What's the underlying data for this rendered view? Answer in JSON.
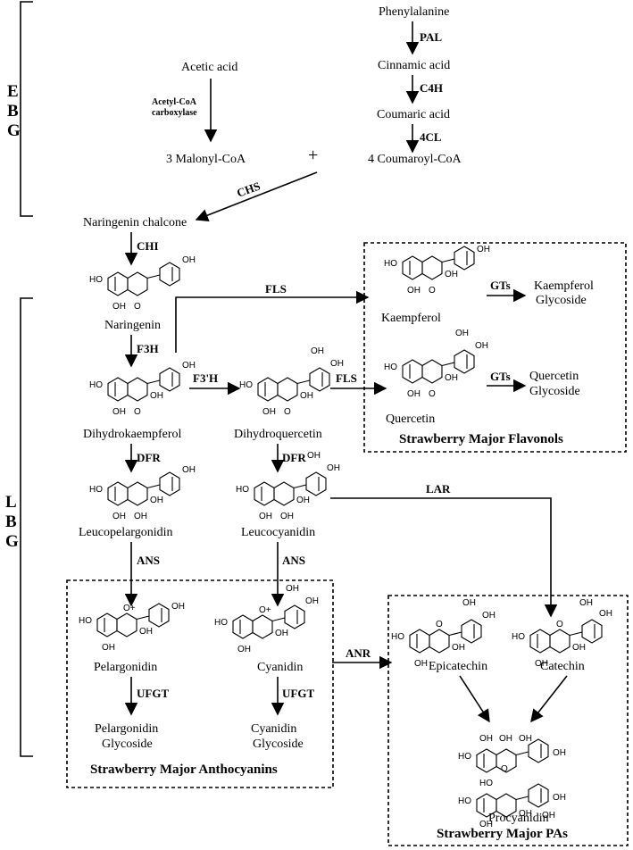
{
  "side_labels": {
    "ebg": [
      "E",
      "B",
      "G"
    ],
    "lbg": [
      "L",
      "B",
      "G"
    ]
  },
  "compounds": {
    "phenylalanine": "Phenylalanine",
    "cinnamic_acid": "Cinnamic acid",
    "coumaric_acid": "Coumaric acid",
    "coumaroyl_coa": "4 Coumaroyl-CoA",
    "acetic_acid": "Acetic acid",
    "malonyl_coa": "3 Malonyl-CoA",
    "plus": "+",
    "naringenin_chalcone": "Naringenin chalcone",
    "naringenin": "Naringenin",
    "dihydrokaempferol": "Dihydrokaempferol",
    "dihydroquercetin": "Dihydroquercetin",
    "leucopelargonidin": "Leucopelargonidin",
    "leucocyanidin": "Leucocyanidin",
    "kaempferol": "Kaempferol",
    "quercetin": "Quercetin",
    "kaempferol_glycoside": [
      "Kaempferol",
      "Glycoside"
    ],
    "quercetin_glycoside": [
      "Quercetin",
      "Glycoside"
    ],
    "pelargonidin": "Pelargonidin",
    "cyanidin": "Cyanidin",
    "pelargonidin_glycoside": [
      "Pelargonidin",
      "Glycoside"
    ],
    "cyanidin_glycoside": [
      "Cyanidin",
      "Glycoside"
    ],
    "epicatechin": "Epicatechin",
    "catechin": "Catechin",
    "procyanidin": "Procyanidin"
  },
  "enzymes": {
    "pal": "PAL",
    "c4h": "C4H",
    "fourcl": "4CL",
    "acc": [
      "Acetyl-CoA",
      "carboxylase"
    ],
    "chs": "CHS",
    "chi": "CHI",
    "f3h": "F3H",
    "f3prime_h": "F3'H",
    "fls_1": "FLS",
    "fls_2": "FLS",
    "gts_1": "GTs",
    "gts_2": "GTs",
    "dfr_1": "DFR",
    "dfr_2": "DFR",
    "ans_1": "ANS",
    "ans_2": "ANS",
    "ufgt_1": "UFGT",
    "ufgt_2": "UFGT",
    "lar": "LAR",
    "anr": "ANR"
  },
  "boxes": {
    "flavonols": "Strawberry Major Flavonols",
    "anthocyanins": "Strawberry Major Anthocyanins",
    "pas": "Strawberry Major PAs"
  },
  "atoms": {
    "oh": "OH",
    "ho": "HO",
    "o": "O",
    "o_plus": "O+"
  }
}
